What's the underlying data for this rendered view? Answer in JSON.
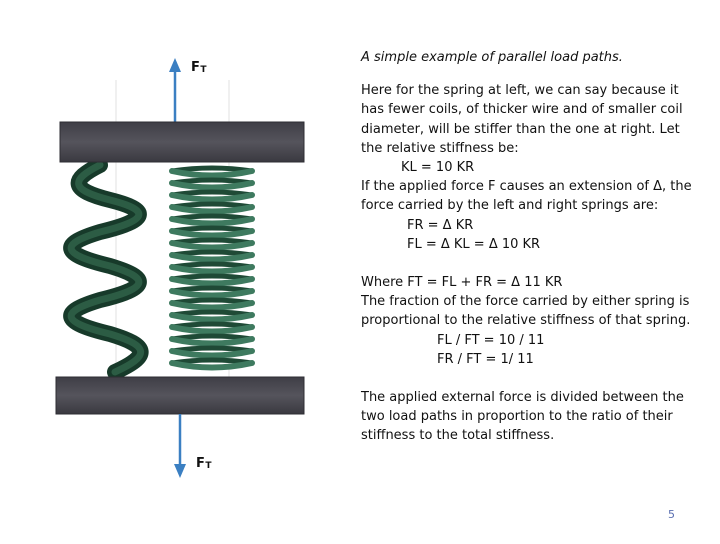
{
  "figure": {
    "top_label": "F",
    "top_label_sub": "T",
    "bottom_label": "F",
    "bottom_label_sub": "T",
    "colors": {
      "plate": "#4d4c54",
      "spring_left": "#1f4a36",
      "spring_right": "#3e7a5f",
      "arrow": "#3b7fc2"
    }
  },
  "text": {
    "title": "A simple example of parallel load paths.",
    "para1": "Here for the spring at left, we can say because it has fewer coils, of thicker wire and of smaller coil diameter, will be stiffer than the one at right. Let the relative stiffness be:",
    "eq_kl": "KL = 10 KR",
    "para2": "If the applied force  F  causes an extension of  Δ, the force carried by the left and right springs are:",
    "eq_fr": "FR = Δ KR",
    "eq_fl": "FL = Δ KL  =  Δ 10 KR",
    "where_line": "Where        FT = FL + FR =  Δ 11 KR",
    "para3": "The fraction of the force carried by either spring is proportional to the relative stiffness of that spring.",
    "eq_frac1": "FL / FT  = 10 / 11",
    "eq_frac2": "FR / FT  =  1/ 11",
    "para4": "The applied external force is divided between the two load paths in proportion to the ratio of their stiffness to the total stiffness."
  },
  "page_number": "5"
}
